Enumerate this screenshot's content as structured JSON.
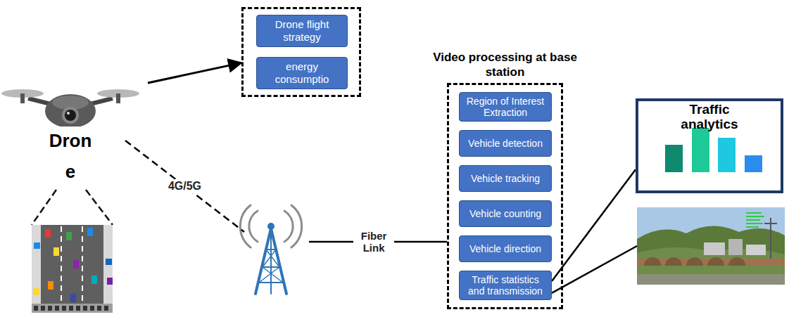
{
  "diagram": {
    "nodes": [
      {
        "text": [
          "Drone"
        ]
      },
      {
        "text": []
      },
      {
        "text": [
          "Drone flight strategy"
        ],
        "in": 1
      },
      {
        "text": [
          "energy consumptio"
        ],
        "in": 1
      },
      {
        "text": []
      },
      {
        "text": [
          "Video processing at base station"
        ]
      },
      {
        "text": [
          "Region of Interest Extraction"
        ],
        "in": 5
      },
      {
        "text": [
          "Vehicle detection"
        ],
        "in": 5
      },
      {
        "text": [
          "Vehicle tracking"
        ],
        "in": 5
      },
      {
        "text": [
          "Vehicle counting"
        ],
        "in": 5
      },
      {
        "text": [
          "Vehicle direction"
        ],
        "in": 5
      },
      {
        "text": [
          "Traffic statistics and transmission"
        ],
        "in": 5
      },
      {
        "text": [
          "Traffic analytics"
        ]
      },
      {
        "text": []
      }
    ],
    "edges": [
      {
        "from": 0,
        "to": 1,
        "arrow": "to"
      },
      {
        "from": 0,
        "to": 4,
        "label": "4G/5G",
        "arrow": "none"
      },
      {
        "from": 4,
        "to": 5,
        "label": "Fiber Link",
        "arrow": "none"
      },
      {
        "from": 11,
        "to": 12,
        "arrow": "none"
      },
      {
        "from": 11,
        "to": 13,
        "arrow": "none"
      }
    ]
  }
}
